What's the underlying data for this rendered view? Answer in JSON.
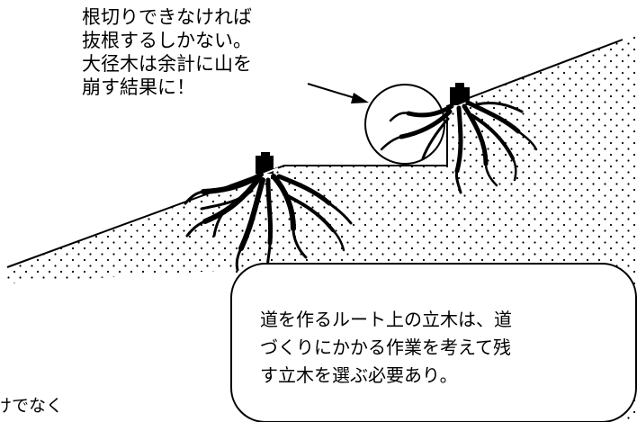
{
  "callout": {
    "lines": [
      "根切りできなければ",
      "抜根するしかない。",
      "大径木は余計に山を",
      "崩す結果に！"
    ]
  },
  "note": {
    "lines": [
      "道を作るルート上の立木は、道",
      "づくりにかかる作業を考えて残",
      "す立木を選ぶ必要あり。"
    ]
  },
  "partial_text": {
    "lines": [
      "けでなく"
    ]
  },
  "colors": {
    "ink": "#000000",
    "background": "#ffffff",
    "soil_dots": "#000000"
  },
  "icons": [
    "tree-stump-icon",
    "tree-roots-icon"
  ]
}
